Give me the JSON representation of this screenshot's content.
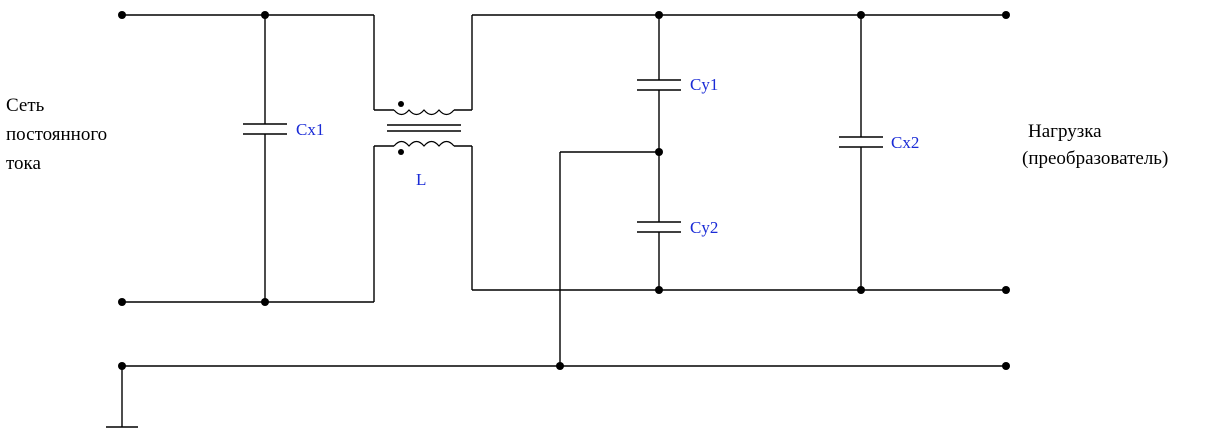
{
  "labels": {
    "source": [
      "Сеть",
      "постоянного",
      "тока"
    ],
    "load": [
      "Нагрузка",
      "(преобразователь)"
    ]
  },
  "components": {
    "cx1": "Cx1",
    "cx2": "Cx2",
    "cy1": "Cy1",
    "cy2": "Cy2",
    "choke": "L"
  },
  "colors": {
    "wire": "#000000",
    "component_label": "#1a2bd6"
  }
}
